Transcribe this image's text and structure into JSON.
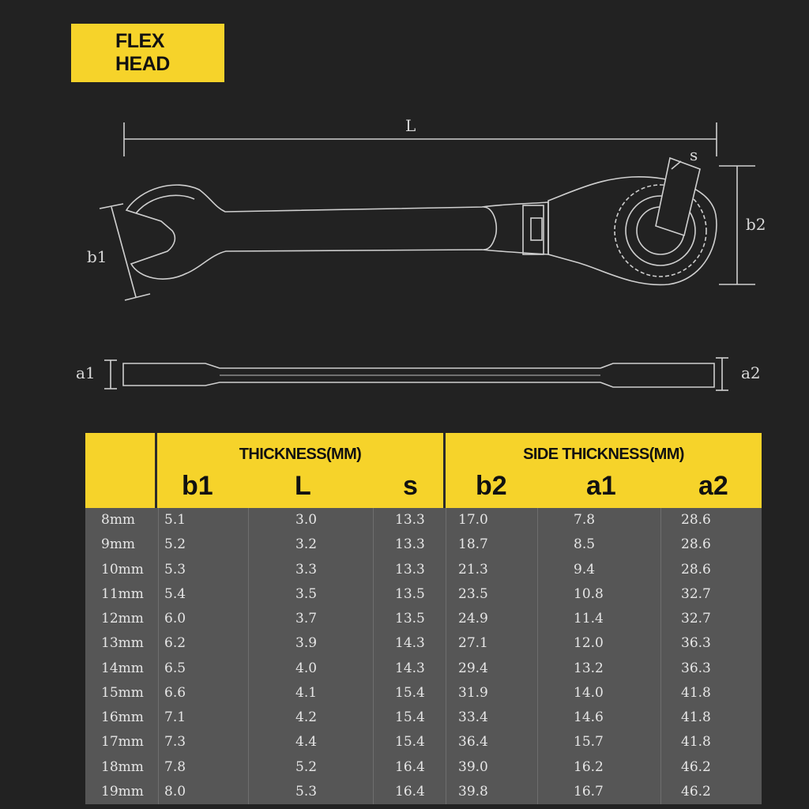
{
  "badge": {
    "line1": "FLEX",
    "line2": "HEAD"
  },
  "diagram": {
    "L": "L",
    "s": "s",
    "b1": "b1",
    "b2": "b2",
    "a1": "a1",
    "a2": "a2"
  },
  "table": {
    "group_left": "THICKNESS(MM)",
    "group_right": "SIDE THICKNESS(MM)",
    "columns": [
      "b1",
      "L",
      "s",
      "b2",
      "a1",
      "a2"
    ],
    "rows": [
      [
        "8mm",
        "5.1",
        "3.0",
        "13.3",
        "17.0",
        "7.8",
        "28.6"
      ],
      [
        "9mm",
        "5.2",
        "3.2",
        "13.3",
        "18.7",
        "8.5",
        "28.6"
      ],
      [
        "10mm",
        "5.3",
        "3.3",
        "13.3",
        "21.3",
        "9.4",
        "28.6"
      ],
      [
        "11mm",
        "5.4",
        "3.5",
        "13.5",
        "23.5",
        "10.8",
        "32.7"
      ],
      [
        "12mm",
        "6.0",
        "3.7",
        "13.5",
        "24.9",
        "11.4",
        "32.7"
      ],
      [
        "13mm",
        "6.2",
        "3.9",
        "14.3",
        "27.1",
        "12.0",
        "36.3"
      ],
      [
        "14mm",
        "6.5",
        "4.0",
        "14.3",
        "29.4",
        "13.2",
        "36.3"
      ],
      [
        "15mm",
        "6.6",
        "4.1",
        "15.4",
        "31.9",
        "14.0",
        "41.8"
      ],
      [
        "16mm",
        "7.1",
        "4.2",
        "15.4",
        "33.4",
        "14.6",
        "41.8"
      ],
      [
        "17mm",
        "7.3",
        "4.4",
        "15.4",
        "36.4",
        "15.7",
        "41.8"
      ],
      [
        "18mm",
        "7.8",
        "5.2",
        "16.4",
        "39.0",
        "16.2",
        "46.2"
      ],
      [
        "19mm",
        "8.0",
        "5.3",
        "16.4",
        "39.8",
        "16.7",
        "46.2"
      ]
    ]
  }
}
